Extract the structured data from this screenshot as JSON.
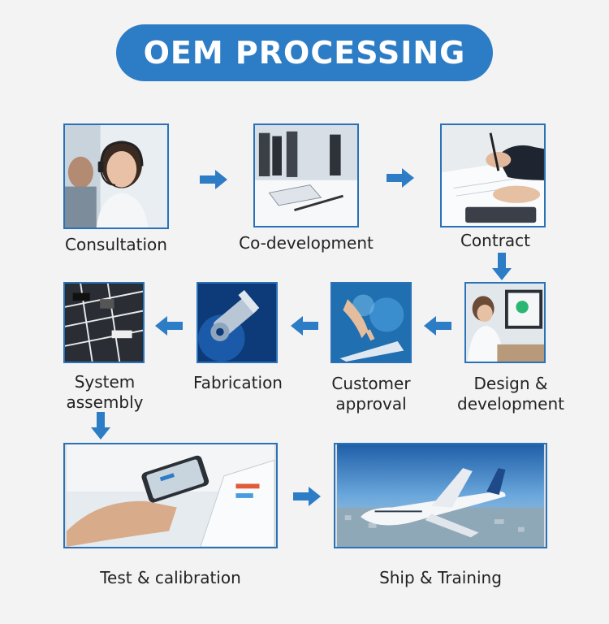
{
  "title": "OEM PROCESSING",
  "steps": [
    {
      "label": "Consultation"
    },
    {
      "label": "Co-development"
    },
    {
      "label": "Contract"
    },
    {
      "label": "Design &",
      "label2": "development"
    },
    {
      "label": "Customer",
      "label2": "approval"
    },
    {
      "label": "Fabrication"
    },
    {
      "label": "System",
      "label2": "assembly"
    },
    {
      "label": "Test & calibration"
    },
    {
      "label": "Ship & Training"
    }
  ],
  "colors": {
    "accent": "#2d7cc6",
    "border": "#2a72b8",
    "background": "#f3f3f3",
    "text": "#222222"
  }
}
